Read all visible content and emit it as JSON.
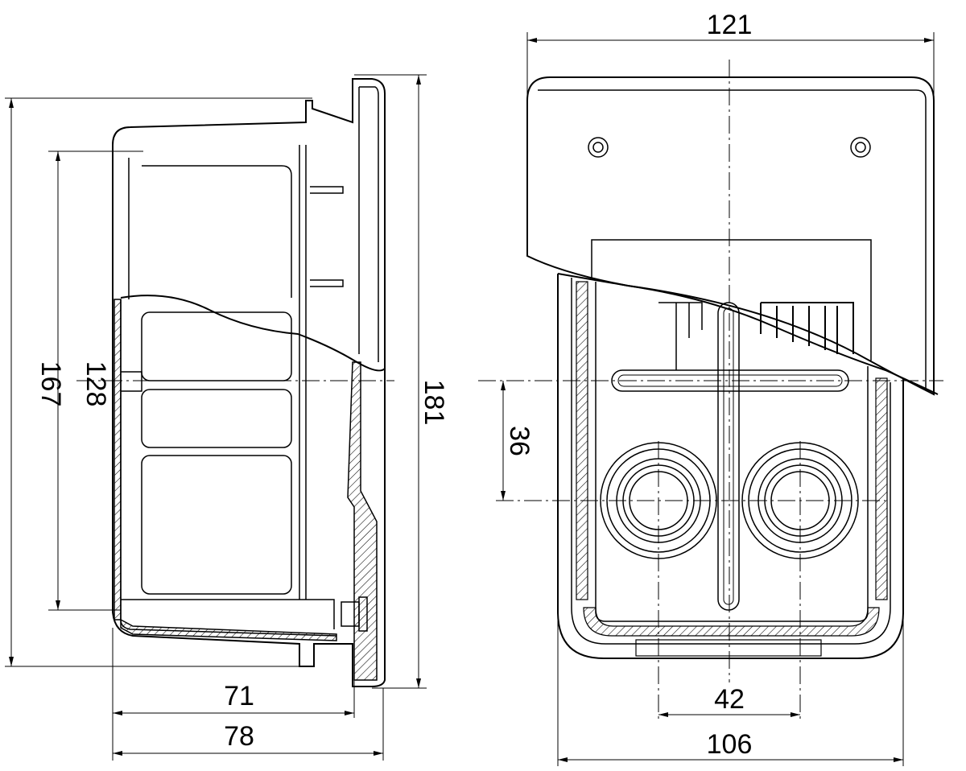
{
  "side_view": {
    "dimensions": {
      "total_height": "167",
      "inner_height": "128",
      "flange_height": "181",
      "depth_inner": "71",
      "depth_total": "78"
    }
  },
  "front_view": {
    "dimensions": {
      "flange_width": "121",
      "knockout_offset": "36",
      "knockout_spacing": "42",
      "body_width": "106"
    }
  }
}
